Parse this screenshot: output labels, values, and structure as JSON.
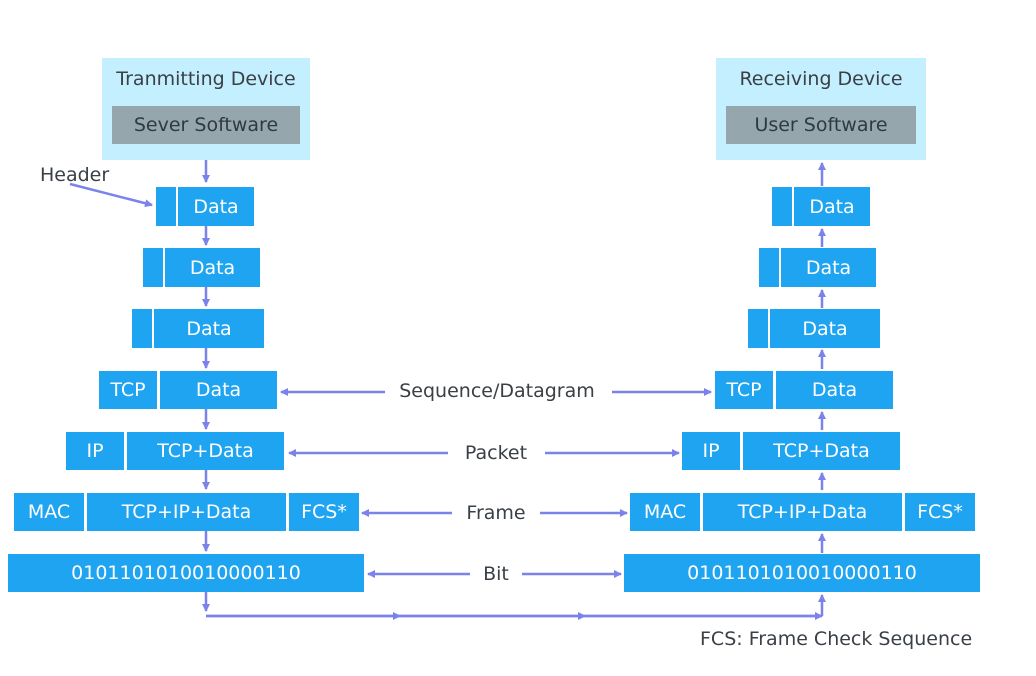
{
  "devices": {
    "transmit": {
      "title": "Tranmitting Device",
      "software": "Sever Software"
    },
    "receive": {
      "title": "Receiving Device",
      "software": "User Software"
    }
  },
  "annotations": {
    "header": "Header",
    "footnote": "FCS: Frame Check Sequence"
  },
  "layers": {
    "data": "Data",
    "tcp": "TCP",
    "ip": "IP",
    "mac": "MAC",
    "tcp_data": "TCP+Data",
    "tcp_ip_data": "TCP+IP+Data",
    "fcs": "FCS*",
    "bits": "0101101010010000110"
  },
  "relations": {
    "segment": "Sequence/Datagram",
    "packet": "Packet",
    "frame": "Frame",
    "bit": "Bit"
  },
  "colors": {
    "block": "#1ea4f1",
    "device_bg": "#c4efff",
    "device_inner": "#96a6ad",
    "arrow": "#7b83ea"
  }
}
